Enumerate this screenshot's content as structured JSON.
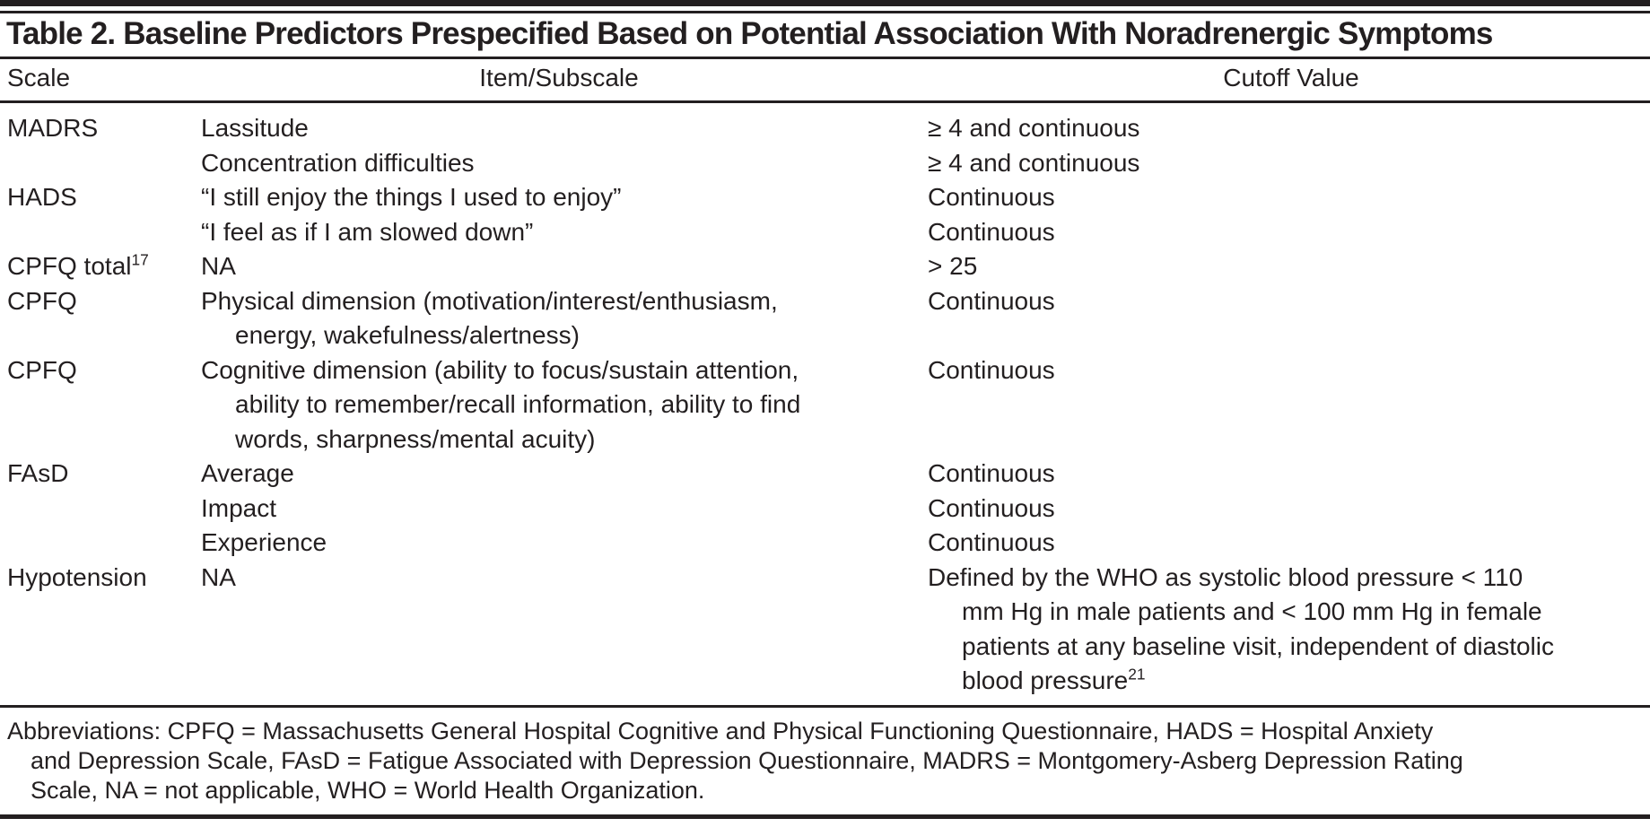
{
  "colors": {
    "text": "#231f20",
    "rule": "#231f20",
    "background": "#ffffff"
  },
  "title": "Table 2. Baseline Predictors Prespecified Based on Potential Association With Noradrenergic Symptoms",
  "columns": {
    "scale": "Scale",
    "item": "Item/Subscale",
    "cutoff": "Cutoff Value"
  },
  "rows": [
    {
      "scale": "MADRS",
      "item": "Lassitude",
      "cutoff": "≥ 4 and continuous"
    },
    {
      "scale": "",
      "item": "Concentration difficulties",
      "cutoff": "≥ 4 and continuous"
    },
    {
      "scale": "HADS",
      "item": "“I still enjoy the things I used to enjoy”",
      "cutoff": "Continuous"
    },
    {
      "scale": "",
      "item": "“I feel as if I am slowed down”",
      "cutoff": "Continuous"
    },
    {
      "scale": "CPFQ total",
      "scale_sup": "17",
      "item": "NA",
      "cutoff": "> 25"
    },
    {
      "scale": "CPFQ",
      "item": "Physical dimension (motivation/interest/enthusiasm,\nenergy, wakefulness/alertness)",
      "cutoff": "Continuous"
    },
    {
      "scale": "CPFQ",
      "item": "Cognitive dimension (ability to focus/sustain attention,\nability to remember/recall information, ability to find\nwords, sharpness/mental acuity)",
      "cutoff": "Continuous"
    },
    {
      "scale": "FAsD",
      "item": "Average",
      "cutoff": "Continuous"
    },
    {
      "scale": "",
      "item": "Impact",
      "cutoff": "Continuous"
    },
    {
      "scale": "",
      "item": "Experience",
      "cutoff": "Continuous"
    },
    {
      "scale": "Hypotension",
      "item": "NA",
      "cutoff": "Defined by the WHO as systolic blood pressure < 110\nmm Hg in male patients and < 100 mm Hg in female\npatients at any baseline visit, independent of diastolic\nblood pressure",
      "cutoff_sup": "21"
    }
  ],
  "footnote": "Abbreviations: CPFQ = Massachusetts General Hospital Cognitive and Physical Functioning Questionnaire, HADS = Hospital Anxiety\nand Depression Scale, FAsD = Fatigue Associated with Depression Questionnaire, MADRS = Montgomery-Asberg Depression Rating\nScale, NA = not applicable, WHO = World Health Organization."
}
